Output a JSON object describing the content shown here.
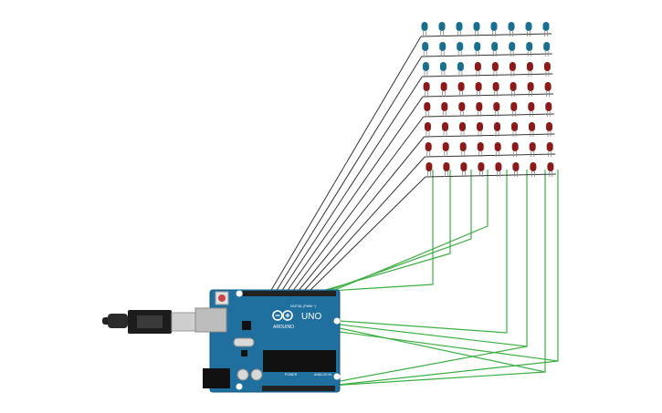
{
  "board": {
    "brand": "ARDUINO",
    "model": "UNO",
    "digital_header_label": "DIGITAL (PWM ~)",
    "power_label": "POWER",
    "analog_label": "ANALOG IN"
  },
  "colors": {
    "background": "#ffffff",
    "board_fill": "#1f6f9f",
    "board_edge": "#165a82",
    "led_blue": "#1a6f8e",
    "led_red": "#8b1a1a",
    "wire_row": "#333333",
    "wire_column": "#3cb043",
    "usb_cable": "#222222"
  },
  "led_matrix": {
    "rows": 8,
    "columns": 8,
    "color_grid": [
      [
        "blue",
        "blue",
        "blue",
        "blue",
        "blue",
        "blue",
        "blue",
        "blue"
      ],
      [
        "blue",
        "blue",
        "blue",
        "blue",
        "blue",
        "blue",
        "blue",
        "blue"
      ],
      [
        "blue",
        "blue",
        "blue",
        "red",
        "red",
        "red",
        "red",
        "red"
      ],
      [
        "red",
        "red",
        "red",
        "red",
        "red",
        "red",
        "red",
        "red"
      ],
      [
        "red",
        "red",
        "red",
        "red",
        "red",
        "red",
        "red",
        "red"
      ],
      [
        "red",
        "red",
        "red",
        "red",
        "red",
        "red",
        "red",
        "red"
      ],
      [
        "red",
        "red",
        "red",
        "red",
        "red",
        "red",
        "red",
        "red"
      ],
      [
        "red",
        "red",
        "red",
        "red",
        "red",
        "red",
        "red",
        "red"
      ]
    ]
  },
  "wiring": {
    "row_wires": 8,
    "column_wires": 8
  }
}
